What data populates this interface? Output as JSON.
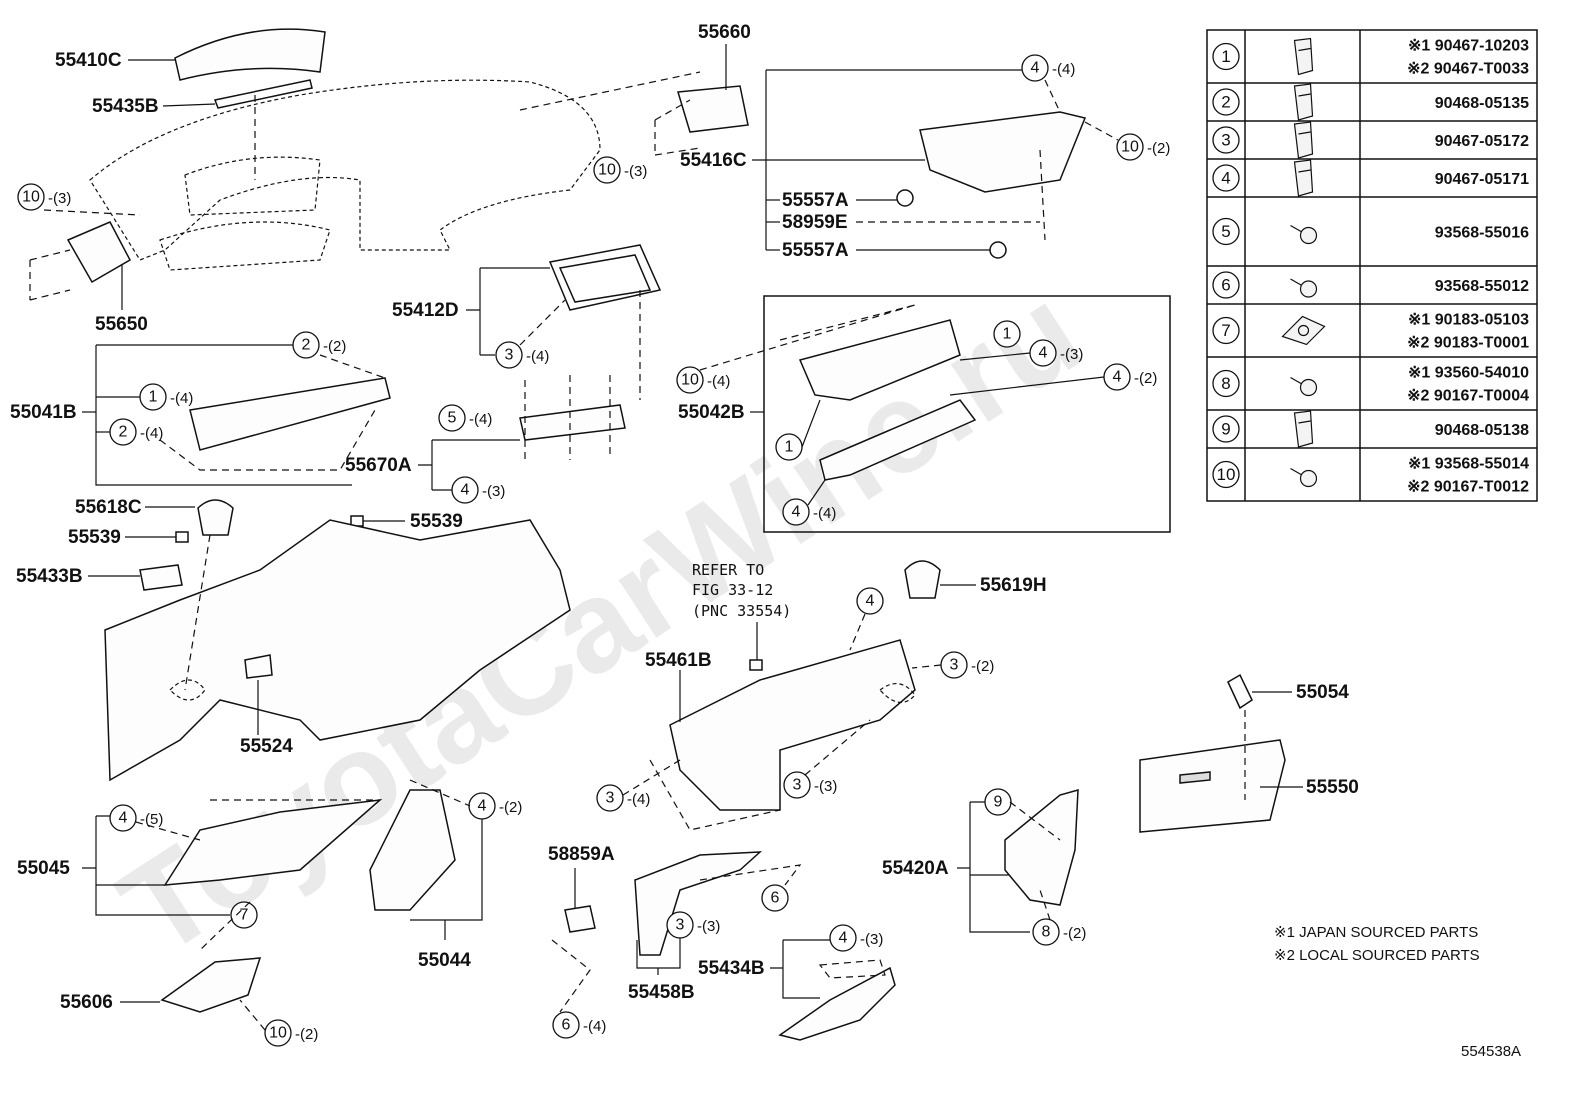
{
  "watermark": "ToyotaCarWine.ru",
  "figure_code": "554538A",
  "notes": {
    "note1": "※1 JAPAN SOURCED PARTS",
    "note2": "※2 LOCAL SOURCED PARTS"
  },
  "reference": {
    "line1": "REFER TO",
    "line2": "FIG 33-12",
    "line3": "(PNC 33554)"
  },
  "part_numbers": {
    "p55410C": "55410C",
    "p55435B": "55435B",
    "p55650": "55650",
    "p55660": "55660",
    "p55416C": "55416C",
    "p55557A_1": "55557A",
    "p58959E": "58959E",
    "p55557A_2": "55557A",
    "p55412D": "55412D",
    "p55041B": "55041B",
    "p55670A": "55670A",
    "p55042B": "55042B",
    "p55618C": "55618C",
    "p55539_1": "55539",
    "p55539_2": "55539",
    "p55433B": "55433B",
    "p55524": "55524",
    "p55619H": "55619H",
    "p55461B": "55461B",
    "p55054": "55054",
    "p55550": "55550",
    "p55045": "55045",
    "p55044": "55044",
    "p58859A": "58859A",
    "p55458B": "55458B",
    "p55434B": "55434B",
    "p55420A": "55420A",
    "p55606": "55606"
  },
  "callout_counts": {
    "c10_3_left": "-(3)",
    "c10_3_mid": "-(3)",
    "c4_4_top": "-(4)",
    "c10_2_right": "-(2)",
    "c3_4_display": "-(4)",
    "c2_2": "-(2)",
    "c1_4": "-(4)",
    "c2_4": "-(4)",
    "c5_4": "-(4)",
    "c4_3_vent": "-(3)",
    "c10_4_glove": "-(4)",
    "c4_3_glove": "-(3)",
    "c4_2_glove": "-(2)",
    "c4_4_glove": "-(4)",
    "c3_2_center": "-(2)",
    "c3_4_center": "-(4)",
    "c3_3_center": "-(3)",
    "c4_5_lower": "-(5)",
    "c4_2_lower": "-(2)",
    "c3_3_console": "-(3)",
    "c4_3_55434": "-(3)",
    "c6_4": "-(4)",
    "c8_2": "-(2)",
    "c10_2_bottom": "-(2)"
  },
  "fastener_table": {
    "rows": [
      {
        "num": "1",
        "lines": [
          "※1 90467-10203",
          "※2 90467-T0033"
        ],
        "icon": "clip-icon"
      },
      {
        "num": "2",
        "lines": [
          "90468-05135"
        ],
        "icon": "clip-icon"
      },
      {
        "num": "3",
        "lines": [
          "90467-05172"
        ],
        "icon": "clip-icon"
      },
      {
        "num": "4",
        "lines": [
          "90467-05171"
        ],
        "icon": "clip-icon"
      },
      {
        "num": "5",
        "lines": [
          "93568-55016"
        ],
        "icon": "screw-icon"
      },
      {
        "num": "6",
        "lines": [
          "93568-55012"
        ],
        "icon": "screw-icon"
      },
      {
        "num": "7",
        "lines": [
          "※1 90183-05103",
          "※2 90183-T0001"
        ],
        "icon": "nut-clip-icon"
      },
      {
        "num": "8",
        "lines": [
          "※1 93560-54010",
          "※2 90167-T0004"
        ],
        "icon": "screw-icon"
      },
      {
        "num": "9",
        "lines": [
          "90468-05138"
        ],
        "icon": "clip-icon"
      },
      {
        "num": "10",
        "lines": [
          "※1 93568-55014",
          "※2 90167-T0012"
        ],
        "icon": "screw-icon"
      }
    ]
  }
}
